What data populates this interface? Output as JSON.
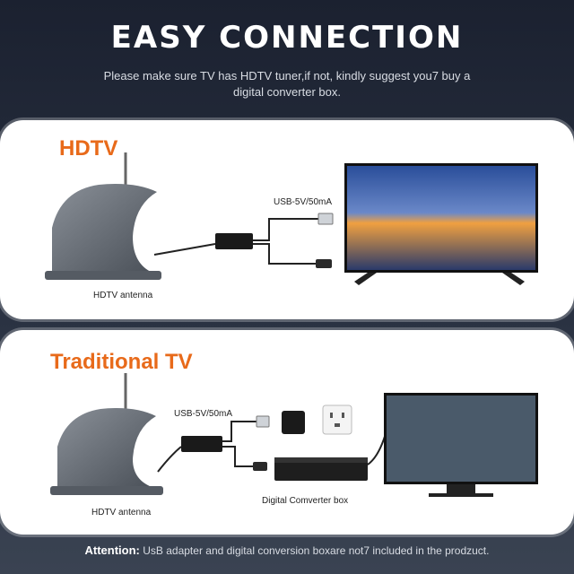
{
  "header": {
    "title": "EASY CONNECTION",
    "subtitle": "Please make sure TV has HDTV tuner,if not, kindly suggest you7 buy a digital converter box."
  },
  "hdtv_panel": {
    "heading": "HDTV",
    "usb_label": "USB-5V/50mA",
    "antenna_label": "HDTV antenna"
  },
  "traditional_panel": {
    "heading": "Traditional TV",
    "usb_label": "USB-5V/50mA",
    "antenna_label": "HDTV antenna",
    "converter_label": "Digital Comverter box"
  },
  "footer": {
    "attention_label": "Attention:",
    "attention_text": "UsB adapter and digital conversion boxare not7 included in the prodzuct."
  },
  "colors": {
    "accent": "#e86a1a",
    "background": "#1f2633"
  }
}
